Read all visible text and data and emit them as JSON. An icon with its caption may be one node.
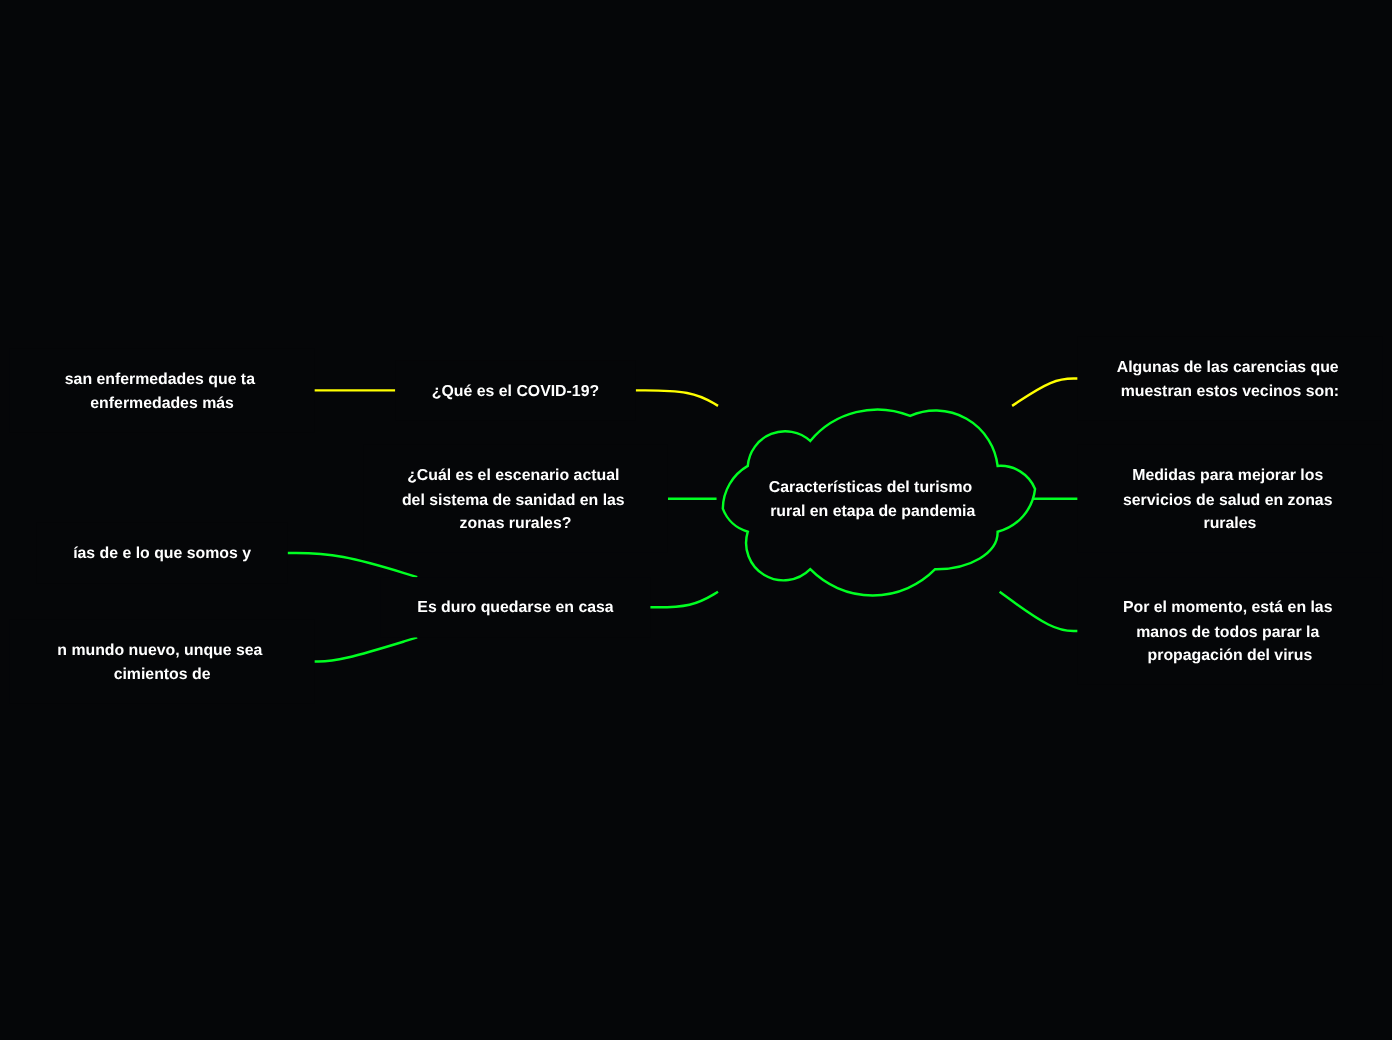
{
  "diagram": {
    "nodes": [
      {
        "text": [
          "Características del turismo rural en etapa de pandemia"
        ]
      },
      {
        "text": [
          "¿Qué es el COVID-19?"
        ]
      },
      {
        "text": [
          "san enfermedades que ta enfermedades más"
        ]
      },
      {
        "text": [
          "¿Cuál es el escenario actual del sistema de sanidad en las zonas rurales?"
        ]
      },
      {
        "text": [
          "Es duro quedarse en casa"
        ]
      },
      {
        "text": [
          "ías de e lo que somos y"
        ]
      },
      {
        "text": [
          "n mundo nuevo, unque sea cimientos de"
        ]
      },
      {
        "text": [
          "Algunas de las carencias que muestran estos vecinos son:"
        ]
      },
      {
        "text": [
          "Medidas para mejorar los servicios de salud en zonas rurales"
        ]
      },
      {
        "text": [
          "Por el momento, está en las manos de todos parar la propagación del virus"
        ]
      }
    ],
    "edges": [
      {
        "from": 0,
        "to": 1,
        "arrow": "none",
        "color": "#ffff00"
      },
      {
        "from": 1,
        "to": 2,
        "arrow": "none",
        "color": "#ffff00"
      },
      {
        "from": 0,
        "to": 3,
        "arrow": "none"
      },
      {
        "from": 0,
        "to": 4,
        "arrow": "none"
      },
      {
        "from": 4,
        "to": 5,
        "arrow": "none"
      },
      {
        "from": 4,
        "to": 6,
        "arrow": "none"
      },
      {
        "from": 0,
        "to": 7,
        "arrow": "none",
        "color": "#ffff00"
      },
      {
        "from": 0,
        "to": 8,
        "arrow": "none"
      },
      {
        "from": 0,
        "to": 9,
        "arrow": "none"
      }
    ]
  }
}
